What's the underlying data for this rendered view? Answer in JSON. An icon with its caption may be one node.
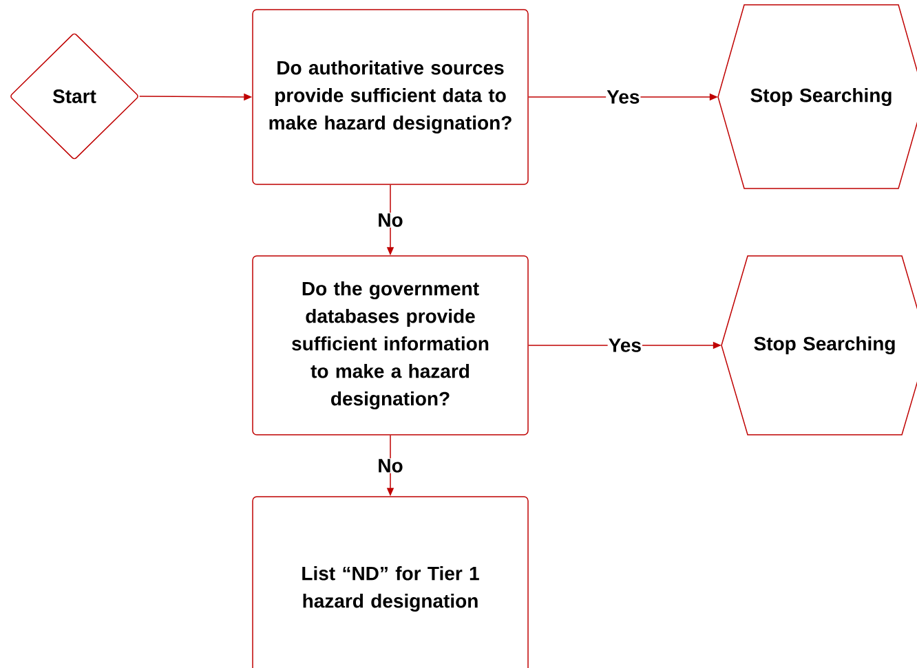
{
  "diagram": {
    "nodes": [
      {
        "text": [
          "Start"
        ]
      },
      {
        "text": [
          "Do authoritative sources provide sufficient data to make hazard designation?"
        ]
      },
      {
        "text": [
          "Stop Searching"
        ]
      },
      {
        "text": [
          "Do the government databases provide sufficient information to make a hazard designation?"
        ]
      },
      {
        "text": [
          "Stop Searching"
        ]
      },
      {
        "text": [
          "List “ND” for Tier 1 hazard designation"
        ]
      }
    ],
    "edges": [
      {
        "from": 0,
        "to": 1,
        "arrow": "to"
      },
      {
        "from": 1,
        "to": 2,
        "arrow": "to",
        "label": "Yes"
      },
      {
        "from": 1,
        "to": 3,
        "arrow": "to",
        "label": "No"
      },
      {
        "from": 3,
        "to": 4,
        "arrow": "to",
        "label": "Yes"
      },
      {
        "from": 3,
        "to": 5,
        "arrow": "to",
        "label": "No"
      }
    ]
  }
}
